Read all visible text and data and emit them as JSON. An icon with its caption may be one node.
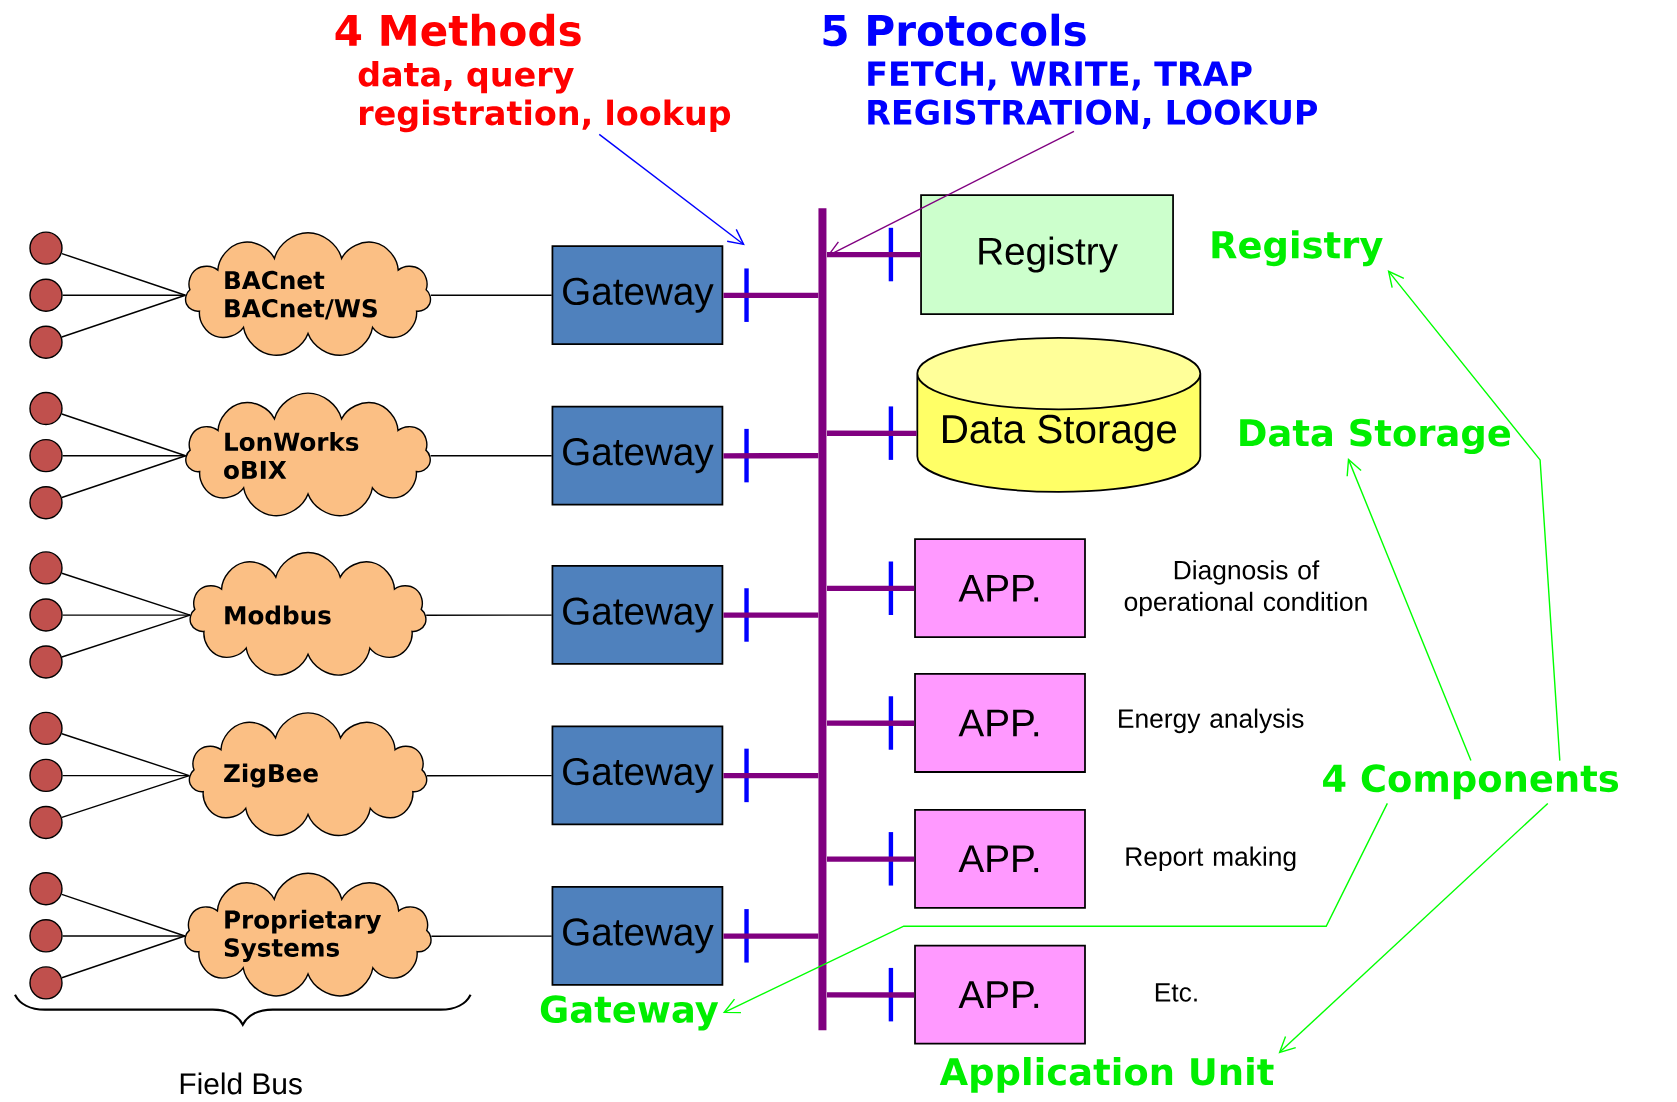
{
  "diagram": {
    "nodes": [
      {
        "text": [
          "4 Methods",
          "data, query registration, lookup"
        ]
      },
      {
        "text": [
          "5 Protocols",
          "FETCH, WRITE, TRAP REGISTRATION, LOOKUP"
        ]
      },
      {
        "text": [],
        "shape": "bar"
      },
      {
        "text": [
          "Registry"
        ]
      },
      {
        "text": [
          "Registry"
        ]
      },
      {
        "text": [
          "BACnet BACnet/WS"
        ]
      },
      {
        "text": [
          "Gateway"
        ]
      },
      {
        "text": [
          "Data Storage"
        ]
      },
      {
        "text": [
          "Data Storage"
        ]
      },
      {
        "text": [
          "LonWorks oBIX"
        ]
      },
      {
        "text": [
          "Gateway"
        ]
      },
      {
        "text": [
          "APP."
        ],
        "beside": [
          "Diagnosis of operational condition"
        ]
      },
      {
        "text": [
          "Modbus"
        ]
      },
      {
        "text": [
          "Gateway"
        ]
      },
      {
        "text": [
          "APP."
        ],
        "beside": [
          "Energy analysis"
        ]
      },
      {
        "text": [
          "ZigBee"
        ]
      },
      {
        "text": [
          "Gateway"
        ]
      },
      {
        "text": [
          "4 Components"
        ]
      },
      {
        "text": [
          "APP."
        ],
        "beside": [
          "Report making"
        ]
      },
      {
        "text": [
          "Proprietary Systems"
        ]
      },
      {
        "text": [
          "Gateway"
        ]
      },
      {
        "text": [
          "APP."
        ],
        "beside": [
          "Etc."
        ]
      },
      {
        "text": [
          "Gateway"
        ]
      },
      {
        "text": [
          "Application Unit"
        ]
      },
      {
        "text": [],
        "shape": "circle"
      },
      {
        "text": [],
        "shape": "circle"
      },
      {
        "text": [],
        "shape": "circle"
      },
      {
        "text": [],
        "shape": "circle"
      },
      {
        "text": [],
        "shape": "circle"
      },
      {
        "text": [],
        "shape": "circle"
      },
      {
        "text": [],
        "shape": "circle"
      },
      {
        "text": [],
        "shape": "circle"
      },
      {
        "text": [],
        "shape": "circle"
      },
      {
        "text": [],
        "shape": "circle"
      },
      {
        "text": [],
        "shape": "circle"
      },
      {
        "text": [],
        "shape": "circle"
      },
      {
        "text": [],
        "shape": "circle"
      },
      {
        "text": [],
        "shape": "circle"
      },
      {
        "text": [],
        "shape": "circle"
      }
    ],
    "edges": [
      {
        "from": 24,
        "to": 5,
        "arrow": "none"
      },
      {
        "from": 25,
        "to": 5,
        "arrow": "none"
      },
      {
        "from": 26,
        "to": 5,
        "arrow": "none"
      },
      {
        "from": 27,
        "to": 9,
        "arrow": "none"
      },
      {
        "from": 28,
        "to": 9,
        "arrow": "none"
      },
      {
        "from": 29,
        "to": 9,
        "arrow": "none"
      },
      {
        "from": 30,
        "to": 12,
        "arrow": "none"
      },
      {
        "from": 31,
        "to": 12,
        "arrow": "none"
      },
      {
        "from": 32,
        "to": 12,
        "arrow": "none"
      },
      {
        "from": 33,
        "to": 15,
        "arrow": "none"
      },
      {
        "from": 34,
        "to": 15,
        "arrow": "none"
      },
      {
        "from": 35,
        "to": 15,
        "arrow": "none"
      },
      {
        "from": 36,
        "to": 19,
        "arrow": "none"
      },
      {
        "from": 37,
        "to": 19,
        "arrow": "none"
      },
      {
        "from": 38,
        "to": 19,
        "arrow": "none"
      },
      {
        "from": 5,
        "to": 6,
        "arrow": "none"
      },
      {
        "from": 9,
        "to": 10,
        "arrow": "none"
      },
      {
        "from": 12,
        "to": 13,
        "arrow": "none"
      },
      {
        "from": 15,
        "to": 16,
        "arrow": "none"
      },
      {
        "from": 19,
        "to": 20,
        "arrow": "none"
      },
      {
        "from": 6,
        "to": 2,
        "arrow": "none",
        "style": "thick",
        "color": "#800080"
      },
      {
        "from": 10,
        "to": 2,
        "arrow": "none",
        "style": "thick",
        "color": "#800080"
      },
      {
        "from": 13,
        "to": 2,
        "arrow": "none",
        "style": "thick",
        "color": "#800080"
      },
      {
        "from": 16,
        "to": 2,
        "arrow": "none",
        "style": "thick",
        "color": "#800080"
      },
      {
        "from": 20,
        "to": 2,
        "arrow": "none",
        "style": "thick",
        "color": "#800080"
      },
      {
        "from": 2,
        "to": 3,
        "arrow": "none",
        "style": "thick",
        "color": "#800080"
      },
      {
        "from": 2,
        "to": 7,
        "arrow": "none",
        "style": "thick",
        "color": "#800080"
      },
      {
        "from": 2,
        "to": 11,
        "arrow": "none",
        "style": "thick",
        "color": "#800080"
      },
      {
        "from": 2,
        "to": 14,
        "arrow": "none",
        "style": "thick",
        "color": "#800080"
      },
      {
        "from": 2,
        "to": 18,
        "arrow": "none",
        "style": "thick",
        "color": "#800080"
      },
      {
        "from": 2,
        "to": 21,
        "arrow": "none",
        "style": "thick",
        "color": "#800080"
      },
      {
        "from": 0,
        "to": 6,
        "arrow": "to",
        "color": "#0000ff"
      },
      {
        "from": 1,
        "to": 2,
        "arrow": "to",
        "color": "#800080"
      },
      {
        "from": 17,
        "to": 4,
        "arrow": "to",
        "color": "#00ff00"
      },
      {
        "from": 17,
        "to": 8,
        "arrow": "to",
        "color": "#00ff00"
      },
      {
        "from": 17,
        "to": 22,
        "arrow": "to",
        "color": "#00ff00"
      },
      {
        "from": 17,
        "to": 23,
        "arrow": "to",
        "color": "#00ff00"
      }
    ],
    "labels": [
      "Field Bus"
    ]
  }
}
